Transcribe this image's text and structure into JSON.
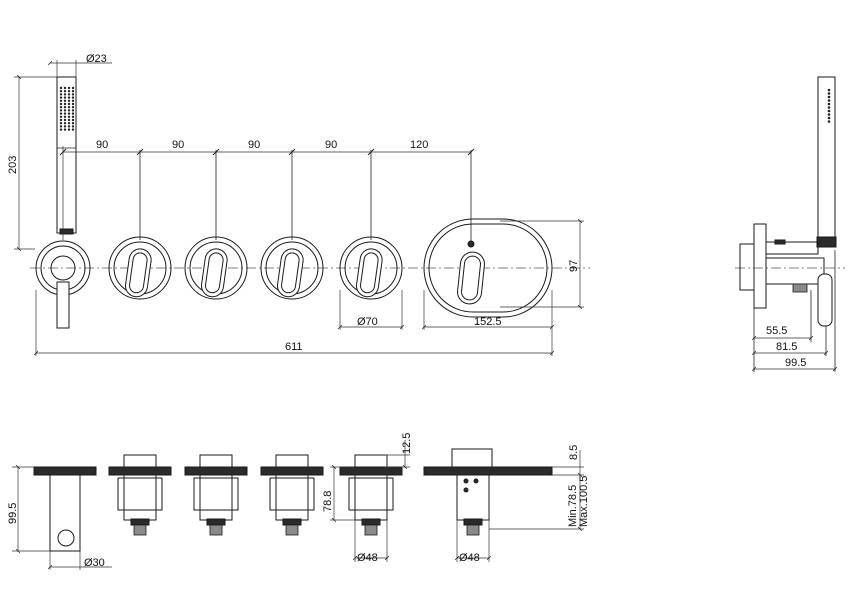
{
  "dimensions": {
    "handshower_diameter": "Ø23",
    "handshower_height": "203",
    "spacing_1": "90",
    "spacing_2": "90",
    "spacing_3": "90",
    "spacing_4": "90",
    "spacing_5": "120",
    "knob_diameter": "Ø70",
    "plate_width": "152.5",
    "plate_height": "97",
    "total_width": "611",
    "side_depth_1": "55.5",
    "side_depth_2": "81.5",
    "side_depth_3": "99.5",
    "outlet_height": "99.5",
    "outlet_diameter": "Ø30",
    "valve_top": "12.5",
    "valve_height": "78.8",
    "valve_diameter_1": "Ø48",
    "plate_thickness": "8.5",
    "depth_min": "Min.78.5",
    "depth_max": "Max.100.5",
    "valve_diameter_2": "Ø48"
  },
  "colors": {
    "line": "#1a1a1a",
    "dark_fill": "#2a2a2a",
    "background": "#ffffff"
  }
}
